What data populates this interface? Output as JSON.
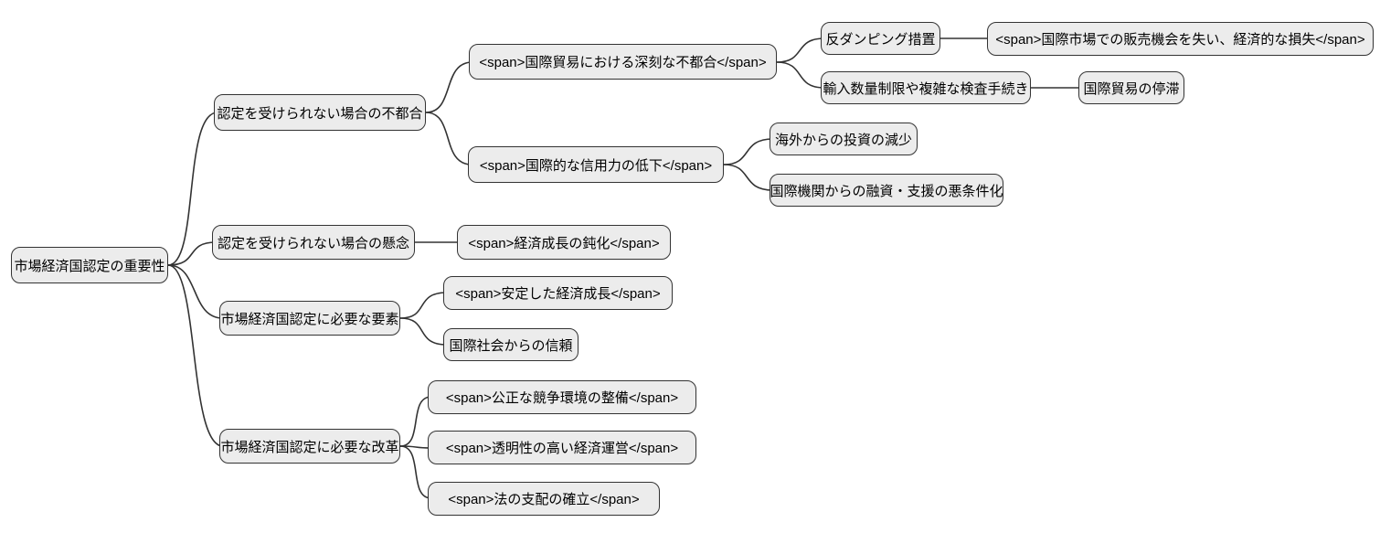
{
  "diagram": {
    "type": "mindmap",
    "direction": "left-to-right",
    "background": "#ffffff"
  },
  "colors": {
    "node_fill": "#ececec",
    "node_border": "#333333",
    "edge_stroke": "#333333",
    "text": "#000000"
  },
  "nodes": {
    "root": {
      "label": "市場経済国認定の重要性"
    },
    "n1": {
      "label": "認定を受けられない場合の不都合"
    },
    "n1a": {
      "label": "<span>国際貿易における深刻な不都合</span>"
    },
    "n1a1": {
      "label": "反ダンピング措置"
    },
    "n1a1x": {
      "label": "<span>国際市場での販売機会を失い、経済的な損失</span>"
    },
    "n1a2": {
      "label": "輸入数量制限や複雑な検査手続き"
    },
    "n1a2x": {
      "label": "国際貿易の停滞"
    },
    "n1b": {
      "label": "<span>国際的な信用力の低下</span>"
    },
    "n1b1": {
      "label": "海外からの投資の減少"
    },
    "n1b2": {
      "label": "国際機関からの融資・支援の悪条件化"
    },
    "n2": {
      "label": "認定を受けられない場合の懸念"
    },
    "n2x": {
      "label": "<span>経済成長の鈍化</span>"
    },
    "n3": {
      "label": "市場経済国認定に必要な要素"
    },
    "n3a": {
      "label": "<span>安定した経済成長</span>"
    },
    "n3b": {
      "label": "国際社会からの信頼"
    },
    "n4": {
      "label": "市場経済国認定に必要な改革"
    },
    "n4a": {
      "label": "<span>公正な競争環境の整備</span>"
    },
    "n4b": {
      "label": "<span>透明性の高い経済運営</span>"
    },
    "n4c": {
      "label": "<span>法の支配の確立</span>"
    }
  },
  "edges": [
    [
      "root",
      "n1"
    ],
    [
      "root",
      "n2"
    ],
    [
      "root",
      "n3"
    ],
    [
      "root",
      "n4"
    ],
    [
      "n1",
      "n1a"
    ],
    [
      "n1",
      "n1b"
    ],
    [
      "n1a",
      "n1a1"
    ],
    [
      "n1a",
      "n1a2"
    ],
    [
      "n1a1",
      "n1a1x"
    ],
    [
      "n1a2",
      "n1a2x"
    ],
    [
      "n1b",
      "n1b1"
    ],
    [
      "n1b",
      "n1b2"
    ],
    [
      "n2",
      "n2x"
    ],
    [
      "n3",
      "n3a"
    ],
    [
      "n3",
      "n3b"
    ],
    [
      "n4",
      "n4a"
    ],
    [
      "n4",
      "n4b"
    ],
    [
      "n4",
      "n4c"
    ]
  ]
}
